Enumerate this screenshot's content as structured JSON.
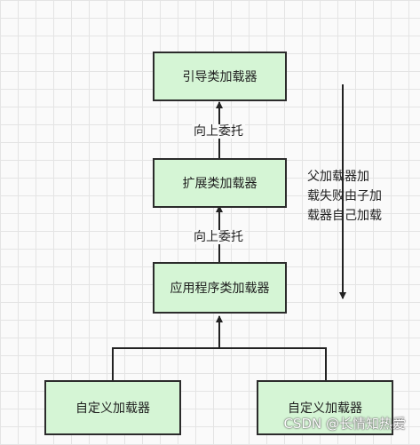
{
  "nodes": {
    "bootstrap": "引导类加载器",
    "extension": "扩展类加载器",
    "application": "应用程序类加载器",
    "custom_left": "自定义加载器",
    "custom_right": "自定义加载器"
  },
  "edge_labels": {
    "ext_to_boot": "向上委托",
    "app_to_ext": "向上委托"
  },
  "note": {
    "lines": [
      "父加载器加",
      "载失败由子加",
      "载器自己加载"
    ]
  },
  "watermark": "CSDN @长情知热爱",
  "colors": {
    "node_fill": "#d5f5d5",
    "border": "#2b2b2b",
    "grid": "#e4e4e4"
  }
}
